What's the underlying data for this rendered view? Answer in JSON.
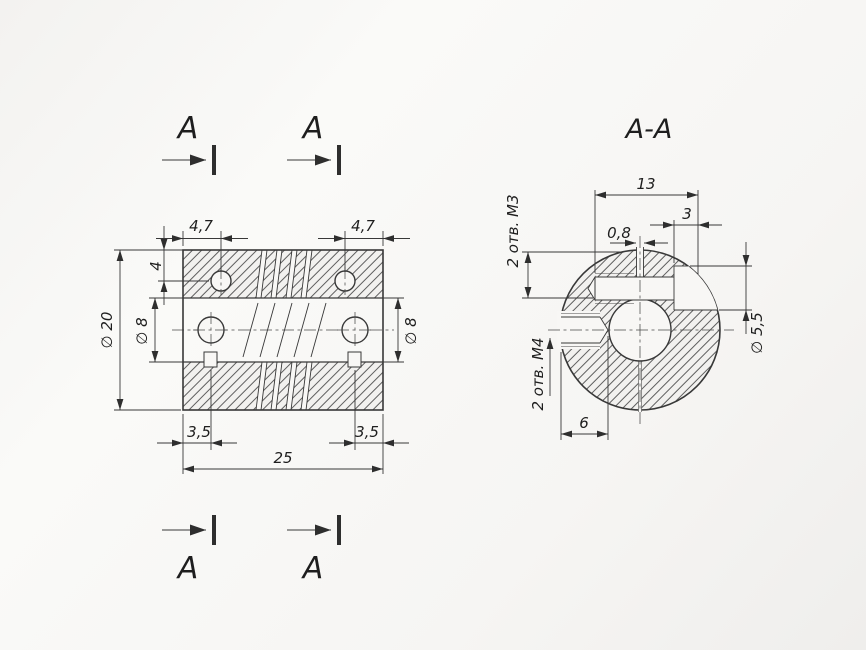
{
  "drawing": {
    "section_marks": {
      "top_left": "A",
      "top_right": "A",
      "bottom_left": "A",
      "bottom_right": "A"
    },
    "section_title": "A-A",
    "front": {
      "d47l": "4,7",
      "d47r": "4,7",
      "d4": "4",
      "d20": "∅ 20",
      "d8l": "∅ 8",
      "d8r": "∅ 8",
      "d35l": "3,5",
      "d35r": "3,5",
      "d25": "25"
    },
    "section": {
      "d13": "13",
      "d3": "3",
      "d08": "0,8",
      "m3": "2 отв. М3",
      "m4": "2 отв. М4",
      "d55": "∅ 5,5",
      "d6": "6"
    }
  }
}
